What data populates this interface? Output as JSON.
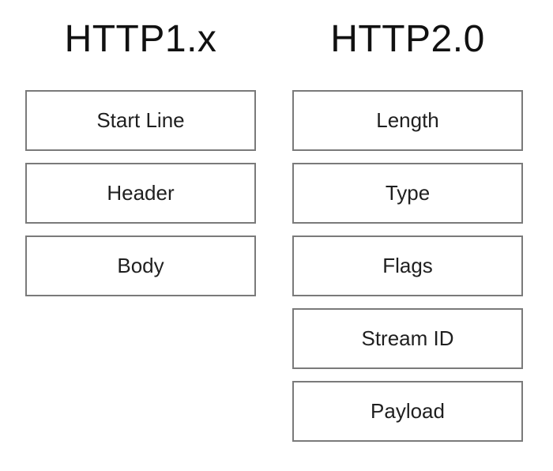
{
  "diagram": {
    "left": {
      "title": "HTTP1.x",
      "items": [
        "Start Line",
        "Header",
        "Body"
      ]
    },
    "right": {
      "title": "HTTP2.0",
      "items": [
        "Length",
        "Type",
        "Flags",
        "Stream ID",
        "Payload"
      ]
    },
    "colors": {
      "text": "#111111",
      "box_border": "#7a7a7a",
      "background": "#ffffff"
    }
  }
}
